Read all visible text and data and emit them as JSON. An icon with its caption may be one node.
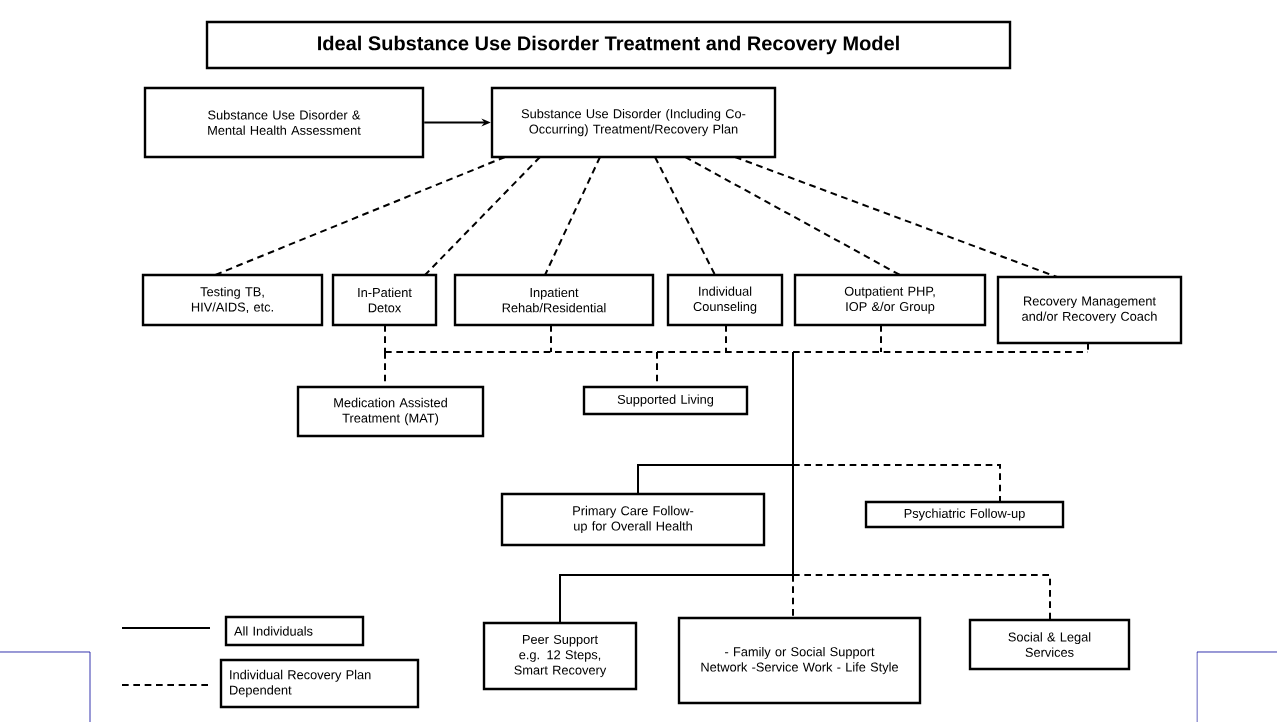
{
  "diagram": {
    "title": "Ideal Substance Use Disorder Treatment and Recovery Model",
    "nodes": [
      {
        "text": [
          "Substance Use Disorder & Mental Health Assessment"
        ]
      },
      {
        "text": [
          "Substance Use Disorder (Including Co-Occurring) Treatment/Recovery Plan"
        ]
      },
      {
        "text": [
          "Testing TB, HIV/AIDS, etc."
        ]
      },
      {
        "text": [
          "In-Patient Detox"
        ]
      },
      {
        "text": [
          "Inpatient Rehab/Residential"
        ]
      },
      {
        "text": [
          "Individual Counseling"
        ]
      },
      {
        "text": [
          "Outpatient PHP, IOP &/or Group"
        ]
      },
      {
        "text": [
          "Recovery Management and/or Recovery Coach"
        ]
      },
      {
        "text": [
          "Medication Assisted Treatment (MAT)"
        ]
      },
      {
        "text": [
          "Supported Living"
        ]
      },
      {
        "text": [
          "Primary Care Follow-up for Overall Health"
        ]
      },
      {
        "text": [
          "Psychiatric Follow-up"
        ]
      },
      {
        "text": [
          "Peer Support e.g. 12 Steps, Smart Recovery"
        ]
      },
      {
        "text": [
          "- Family or Social Support Network -Service Work - Life Style"
        ]
      },
      {
        "text": [
          "Social & Legal Services"
        ]
      }
    ],
    "edges": [
      {
        "from": 0,
        "to": 1,
        "arrow": "to"
      },
      {
        "from": 1,
        "to": 2,
        "arrow": "none",
        "style": "dashed"
      },
      {
        "from": 1,
        "to": 3,
        "arrow": "none",
        "style": "dashed"
      },
      {
        "from": 1,
        "to": 4,
        "arrow": "none",
        "style": "dashed"
      },
      {
        "from": 1,
        "to": 5,
        "arrow": "none",
        "style": "dashed"
      },
      {
        "from": 1,
        "to": 6,
        "arrow": "none",
        "style": "dashed"
      },
      {
        "from": 1,
        "to": 7,
        "arrow": "none",
        "style": "dashed"
      },
      {
        "from": 3,
        "to": 8,
        "arrow": "none",
        "style": "dashed"
      },
      {
        "from": 3,
        "to": 9,
        "arrow": "none",
        "style": "dashed"
      },
      {
        "from": 4,
        "to": 8,
        "arrow": "none",
        "style": "dashed"
      },
      {
        "from": 4,
        "to": 9,
        "arrow": "none",
        "style": "dashed"
      },
      {
        "from": 5,
        "to": 8,
        "arrow": "none",
        "style": "dashed"
      },
      {
        "from": 5,
        "to": 9,
        "arrow": "none",
        "style": "dashed"
      },
      {
        "from": 6,
        "to": 8,
        "arrow": "none",
        "style": "dashed"
      },
      {
        "from": 6,
        "to": 9,
        "arrow": "none",
        "style": "dashed"
      },
      {
        "from": 7,
        "to": 8,
        "arrow": "none",
        "style": "dashed"
      },
      {
        "from": 7,
        "to": 9,
        "arrow": "none",
        "style": "dashed"
      },
      {
        "from": null,
        "to": 10,
        "arrow": "none"
      },
      {
        "from": null,
        "to": 11,
        "arrow": "none",
        "style": "dashed"
      },
      {
        "from": null,
        "to": 12,
        "arrow": "none"
      },
      {
        "from": null,
        "to": 13,
        "arrow": "none",
        "style": "dashed"
      },
      {
        "from": null,
        "to": 14,
        "arrow": "none",
        "style": "dashed"
      }
    ],
    "legend": [
      {
        "text": "All Individuals"
      },
      {
        "text": "Individual Recovery Plan Dependent"
      }
    ]
  }
}
